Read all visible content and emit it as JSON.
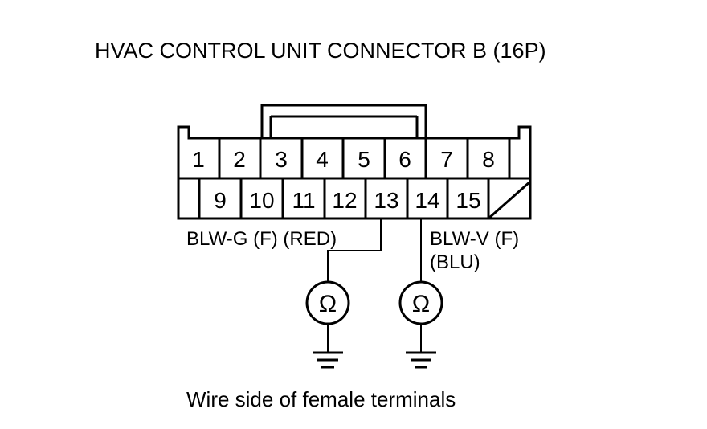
{
  "title": "HVAC CONTROL UNIT CONNECTOR B (16P)",
  "connector": {
    "top_row": [
      "1",
      "2",
      "3",
      "4",
      "5",
      "6",
      "7",
      "8"
    ],
    "bottom_row": [
      "9",
      "10",
      "11",
      "12",
      "13",
      "14",
      "15"
    ]
  },
  "wires": {
    "left_label": "BLW-G (F) (RED)",
    "right_label_line1": "BLW-V (F)",
    "right_label_line2": "(BLU)"
  },
  "meter_symbol": "Ω",
  "caption": "Wire side of female terminals"
}
